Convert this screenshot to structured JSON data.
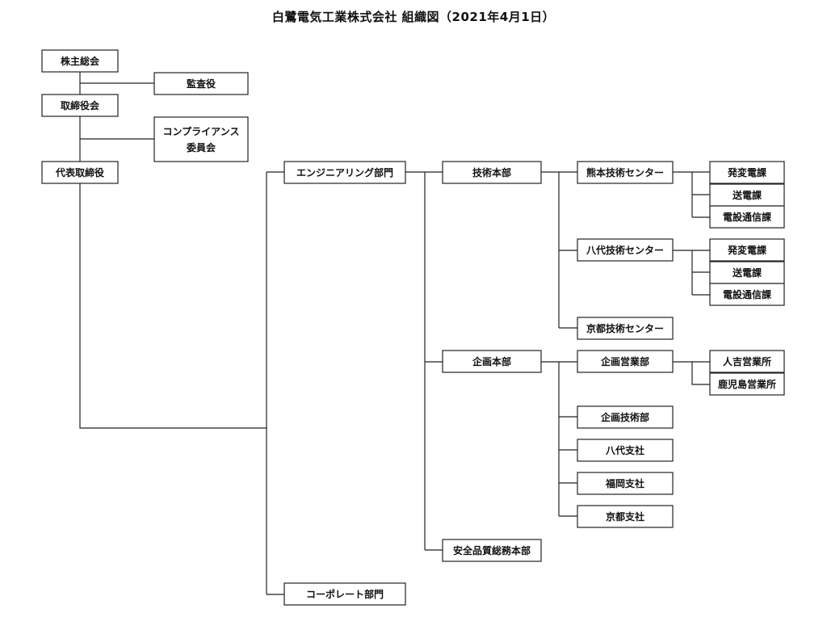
{
  "title": "白鷺電気工業株式会社 組織図（2021年4月1日）",
  "nodes": {
    "shareholders": "株主総会",
    "auditor": "監査役",
    "board": "取締役会",
    "compliance": [
      "コンプライアンス",
      "委員会"
    ],
    "ceo": "代表取締役",
    "engineering": "エンジニアリング部門",
    "corporate": "コーポレート部門",
    "tech_hq": "技術本部",
    "planning_hq": "企画本部",
    "safety_hq": "安全品質総務本部",
    "kumamoto": "熊本技術センター",
    "yatsushiro_tc": "八代技術センター",
    "kyoto_tc": "京都技術センター",
    "k_hatsuhen": "発変電課",
    "k_soden": "送電課",
    "k_setsubi": "電設通信課",
    "y_hatsuhen": "発変電課",
    "y_soden": "送電課",
    "y_setsubi": "電設通信課",
    "planning_sales": "企画営業部",
    "hitoyoshi": "人吉営業所",
    "kagoshima": "鹿児島営業所",
    "planning_tech": "企画技術部",
    "yatsushiro_branch": "八代支社",
    "fukuoka_branch": "福岡支社",
    "kyoto_branch": "京都支社"
  }
}
